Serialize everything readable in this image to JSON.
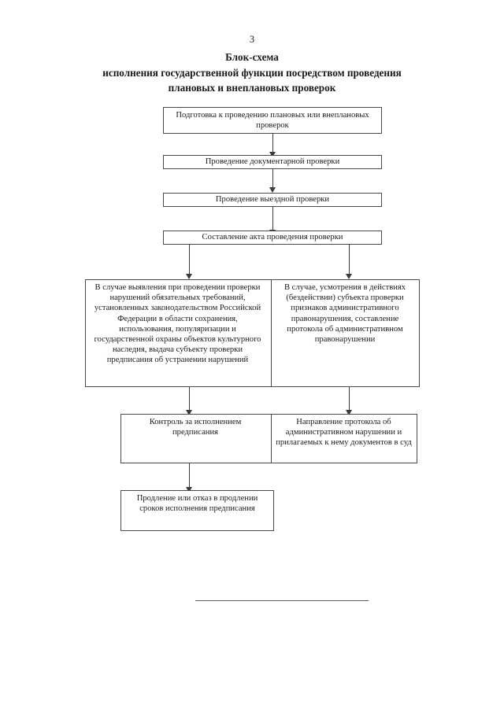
{
  "page": {
    "number": "3",
    "title_lines": [
      "Блок-схема",
      "исполнения государственной функции посредством проведения",
      "плановых и внеплановых проверок"
    ]
  },
  "flowchart": {
    "type": "flowchart",
    "orientation": "top-to-bottom",
    "nodes": [
      {
        "id": "n1",
        "label": "Подготовка к проведению плановых или внеплановых проверок"
      },
      {
        "id": "n2",
        "label": "Проведение документарной проверки"
      },
      {
        "id": "n3",
        "label": "Проведение выездной проверки"
      },
      {
        "id": "n4",
        "label": "Составление акта проведения проверки"
      },
      {
        "id": "n5",
        "label": "В случае выявления при проведении проверки нарушений обязательных требований, установленных законодательством Российской Федерации в области сохранения, использования, популяризации и государственной охраны объектов культурного наследия, выдача субъекту проверки предписания об устранении нарушений"
      },
      {
        "id": "n6",
        "label": "В случае, усмотрения в действиях (бездействии) субъекта проверки признаков административного правонарушения, составление протокола об административном правонарушении"
      },
      {
        "id": "n7",
        "label": "Контроль за исполнением предписания"
      },
      {
        "id": "n8",
        "label": "Направление протокола об административном нарушении и прилагаемых к нему документов в суд"
      },
      {
        "id": "n9",
        "label": "Продление или отказ в продлении сроков исполнения предписания"
      }
    ],
    "edges": [
      {
        "from": "n1",
        "to": "n2"
      },
      {
        "from": "n2",
        "to": "n3"
      },
      {
        "from": "n3",
        "to": "n4"
      },
      {
        "from": "n4",
        "to": "n5"
      },
      {
        "from": "n4",
        "to": "n6"
      },
      {
        "from": "n5",
        "to": "n7"
      },
      {
        "from": "n6",
        "to": "n8"
      },
      {
        "from": "n7",
        "to": "n9"
      }
    ]
  }
}
